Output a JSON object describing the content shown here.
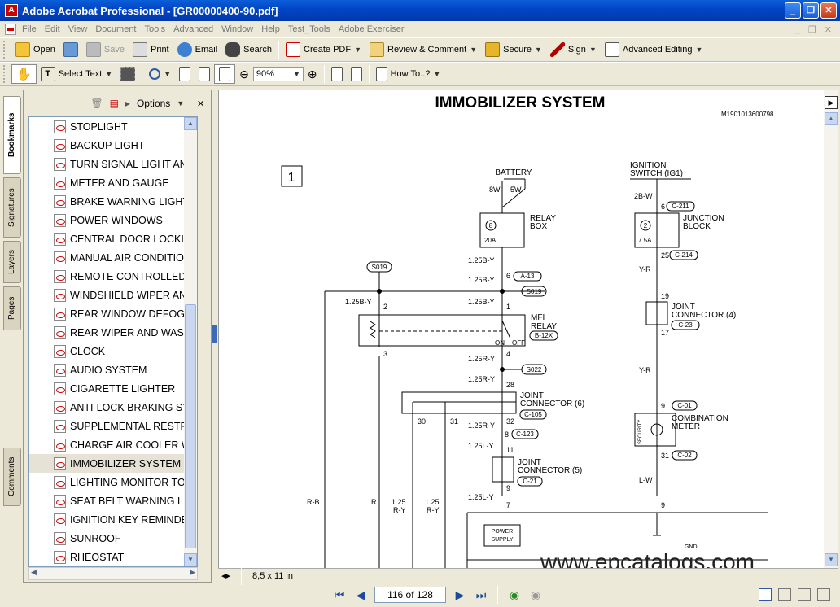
{
  "window": {
    "title": "Adobe Acrobat Professional - [GR00000400-90.pdf]",
    "min": "_",
    "restore": "❐",
    "close": "✕"
  },
  "menu": [
    "File",
    "Edit",
    "View",
    "Document",
    "Tools",
    "Advanced",
    "Window",
    "Help",
    "Test_Tools",
    "Adobe Exerciser"
  ],
  "toolbar1": {
    "open": "Open",
    "save": "Save",
    "print": "Print",
    "email": "Email",
    "search": "Search",
    "create_pdf": "Create PDF",
    "review": "Review & Comment",
    "secure": "Secure",
    "sign": "Sign",
    "advanced_editing": "Advanced Editing"
  },
  "toolbar2": {
    "select_text": "Select Text",
    "zoom": "90%",
    "how_to": "How To..?"
  },
  "nav_tabs": [
    "Bookmarks",
    "Signatures",
    "Layers",
    "Pages",
    "Comments"
  ],
  "panel": {
    "options": "Options",
    "close": "×"
  },
  "bookmarks": [
    "STOPLIGHT",
    "BACKUP LIGHT",
    "TURN SIGNAL LIGHT AND",
    "METER AND GAUGE",
    "BRAKE WARNING LIGHT",
    "POWER WINDOWS",
    "CENTRAL DOOR LOCKIN",
    "MANUAL AIR CONDITION",
    "REMOTE CONTROLLED I",
    "WINDSHIELD WIPER ANI",
    "REAR WINDOW DEFOGG",
    "REAR WIPER AND WASI",
    "CLOCK",
    "AUDIO SYSTEM",
    "CIGARETTE LIGHTER",
    "ANTI-LOCK BRAKING SY",
    "SUPPLEMENTAL RESTR",
    "CHARGE AIR COOLER W",
    "IMMOBILIZER SYSTEM",
    "LIGHTING MONITOR TON",
    "SEAT BELT WARNING LI",
    "IGNITION KEY REMINDEF",
    "SUNROOF",
    "RHEOSTAT"
  ],
  "selected_bookmark": "IMMOBILIZER SYSTEM",
  "document": {
    "title": "IMMOBILIZER SYSTEM",
    "code": "M1901013600798",
    "page_marker": "1",
    "battery": "BATTERY",
    "ignition": [
      "IGNITION",
      "SWITCH (IG1)"
    ],
    "fuse1": {
      "wires": [
        "8W",
        "5W"
      ],
      "num": "8",
      "amp": "20A",
      "label": [
        "RELAY",
        "BOX"
      ]
    },
    "fuse2": {
      "wire": "2B-W",
      "conn": "6",
      "conn_id": "C-211",
      "num": "2",
      "amp": "7.5A",
      "label": [
        "JUNCTION",
        "BLOCK"
      ]
    },
    "w1": "1.25B-Y",
    "w2": "1.25B-Y",
    "c6": "6",
    "a13": "A-13",
    "s019": "S019",
    "s019b": "S019",
    "w125b": "1.25B-Y",
    "w125b2": "1.25B-Y",
    "pin2": "2",
    "pin1": "1",
    "pin3": "3",
    "pin4": "4",
    "mfi": [
      "MFI",
      "RELAY",
      "B-12X"
    ],
    "on": "ON",
    "off": "OFF",
    "w125r": "1.25R-Y",
    "w125r2": "1.25R-Y",
    "s022": "S022",
    "pin28": "28",
    "jc6": [
      "JOINT",
      "CONNECTOR (6)",
      "C-105"
    ],
    "pin30": "30",
    "pin31": "31",
    "pin32": "32",
    "w125r3": "1.25R-Y",
    "pin8": "8",
    "c123": "C-123",
    "w125l": "1.25L-Y",
    "pin11": "11",
    "jc5": [
      "JOINT",
      "CONNECTOR (5)",
      "C-21"
    ],
    "pin9": "9",
    "w125l2": "1.25L-Y",
    "pin7": "7",
    "yr": "Y-R",
    "pin25": "25",
    "c214": "C-214",
    "pin19": "19",
    "jc4": [
      "JOINT",
      "CONNECTOR (4)",
      "C-23"
    ],
    "pin17": "17",
    "yr2": "Y-R",
    "pin9b": "9",
    "c01": "C-01",
    "comb": [
      "COMBINATION",
      "METER"
    ],
    "security": "SECURITY",
    "pin31b": "31",
    "c02": "C-02",
    "lw": "L-W",
    "pin9c": "9",
    "rb": "R-B",
    "r": "R",
    "w125ry": [
      "1.25",
      "R-Y"
    ],
    "w125ry2": [
      "1.25",
      "R-Y"
    ],
    "power": [
      "POWER",
      "SUPPLY"
    ],
    "gnd": "GND",
    "watermark": "www.epcatalogs.com"
  },
  "status": {
    "page_size": "8,5 x 11 in"
  },
  "nav": {
    "page": "116 of 128"
  }
}
